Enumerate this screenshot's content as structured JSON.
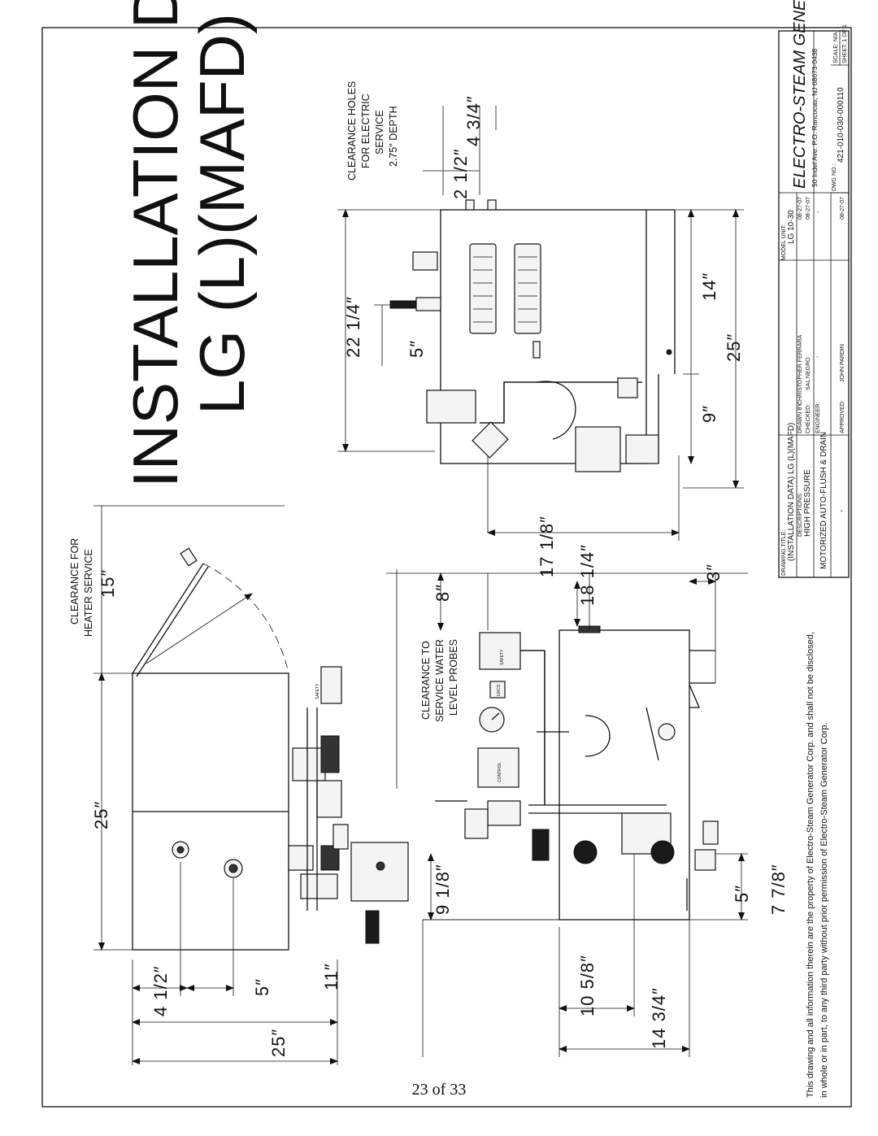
{
  "title": {
    "line1": "INSTALLATION DATA",
    "line2": "LG (L)(MAFD)"
  },
  "labels": {
    "clearance_heater_line1": "CLEARANCE FOR",
    "clearance_heater_line2": "HEATER SERVICE",
    "clearance_electric_line1": "CLEARANCE HOLES",
    "clearance_electric_line2": "FOR ELECTRIC",
    "clearance_electric_line3": "SERVICE",
    "clearance_electric_line4": "2.75\" DEPTH",
    "clearance_probes_line1": "CLEARANCE TO",
    "clearance_probes_line2": "SERVICE WATER",
    "clearance_probes_line3": "LEVEL PROBES",
    "safety": "SAFETY",
    "control": "CONTROL",
    "lwco": "LWCO"
  },
  "dimensions": {
    "d_15": "15″",
    "d_25_top": "25″",
    "d_25_width": "25″",
    "d_4_half": "4 1/2″",
    "d_5_left": "5″",
    "d_11": "11″",
    "d_8": "8″",
    "d_9_1_8": "9 1/8″",
    "d_10_5_8": "10 5/8″",
    "d_14_3_4": "14 3/4″",
    "d_18_1_4": "18 1/4″",
    "d_3": "3″",
    "d_5_mid": "5″",
    "d_7_7_8": "7 7/8″",
    "d_17_1_8": "17 1/8″",
    "d_22_1_4": "22 1/4″",
    "d_5_top": "5″",
    "d_9": "9″",
    "d_14": "14″",
    "d_25_right": "25″",
    "d_2_1_2": "2 1/2″",
    "d_4_3_4": "4 3/4″"
  },
  "title_block": {
    "drawing_title_label": "DRAWING TITLE:",
    "drawing_title": "(INSTALLATION DATA) LG (L)(MAFD)",
    "model_unit_label": "MODEL UNIT:",
    "model_unit": "LG 10-30",
    "descriptions_label": "DESCRIPTIONS:",
    "description1": "HIGH PRESSURE",
    "description2": "MOTORIZED AUTO-FLUSH & DRAIN",
    "description3": "-",
    "drawn_by_label": "DRAWN BY:",
    "drawn_by": "CHRISTOPHER FERRARA",
    "drawn_date": "08-27-07",
    "checked_label": "CHECKED:",
    "checked_by": "SAL NEGRO",
    "checked_date": "08-27-07",
    "engineer_label": "ENGINEER:",
    "engineer": "-",
    "engineer_date": "-",
    "approved_label": "APPROVED:",
    "approved_by": "JOHN PARDIN",
    "approved_date": "08-27-07",
    "company": "ELECTRO-STEAM GENERATOR CORP.",
    "address": "50 Indel Ave. P.O. Rancocas, NJ 08073-0438",
    "scale": "SCALE: N/A",
    "dwg_no_label": "DWG NO.:",
    "dwg_no": "421-010-030-000110",
    "sheet": "SHEET: 1 OF 1"
  },
  "notice_line1": "This drawing and all information therein are the property of Electro-Steam Generator Corp. and shall not be disclosed,",
  "notice_line2": "in whole or in part, to any third party without prior permission of Electro-Steam Generator Corp.",
  "page_number": "23 of 33"
}
